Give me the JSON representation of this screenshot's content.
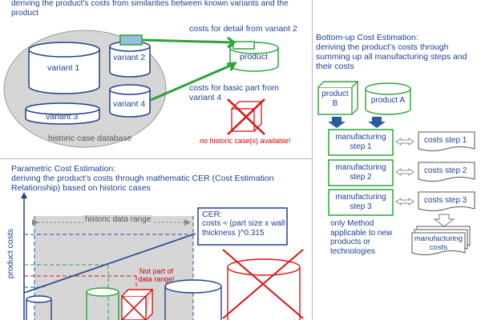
{
  "colors": {
    "blue_text": "#1f3f8f",
    "green_accent": "#2aa33a",
    "red_accent": "#e01010",
    "db_grey": "#d3d3d3",
    "arrow_blue": "#2c5aa0",
    "dashed_blue": "#1f4fbf"
  },
  "analog": {
    "subtitle": "deriving the product's costs from similarities between known variants and the product",
    "variant1": "variant 1",
    "variant2": "variant 2",
    "variant3": "variant 3",
    "variant4": "variant 4",
    "database_label": "historic case database",
    "product": "product",
    "detail_label": "costs for detail from variant 2",
    "basic_label": "costs for basic part from variant 4",
    "no_case": "no historic case(s) available!"
  },
  "bottom_up": {
    "title": "Bottom-up Cost Estimation:",
    "subtitle": "deriving the product's costs through summing up all manufacturing steps and their costs",
    "product_b": "product B",
    "product_a": "product A",
    "steps": [
      "manufacturing step 1",
      "manufacturing step 2",
      "manufacturing step 3"
    ],
    "costs": [
      "costs step 1",
      "costs step 2",
      "costs step 3"
    ],
    "total": "manufacturing costs",
    "note": "only Method applicable to new products or technologies"
  },
  "parametric": {
    "title": "Parametric Cost Estimation:",
    "subtitle": "deriving the product's costs through mathematic CER (Cost Estimation Relationship) based on historic cases",
    "range_label": "historic data range",
    "yaxis": "product costs",
    "cer_label": "CER:",
    "cer_formula": "costs ≈ (part size x wall thickness )^0.315",
    "not_part": "Not part of data range!"
  }
}
